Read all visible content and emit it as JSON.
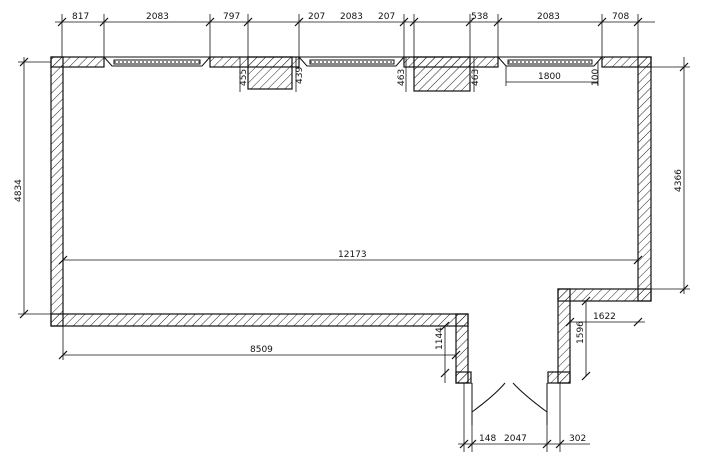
{
  "top_dimensions": [
    "817",
    "2083",
    "797",
    "207",
    "2083",
    "207",
    "538",
    "2083",
    "708"
  ],
  "pier_depths": [
    "455",
    "439",
    "463",
    "463"
  ],
  "window_sill_width": "1800",
  "window_sill_depth": "100",
  "left_height": "4834",
  "right_height": "4366",
  "room_width": "12173",
  "lower_left_width": "8509",
  "lower_left_depth": "1144",
  "corridor_depth": "1596",
  "corridor_width": "1622",
  "door_left_jamb": "148",
  "door_width": "2047",
  "door_right_jamb": "302"
}
